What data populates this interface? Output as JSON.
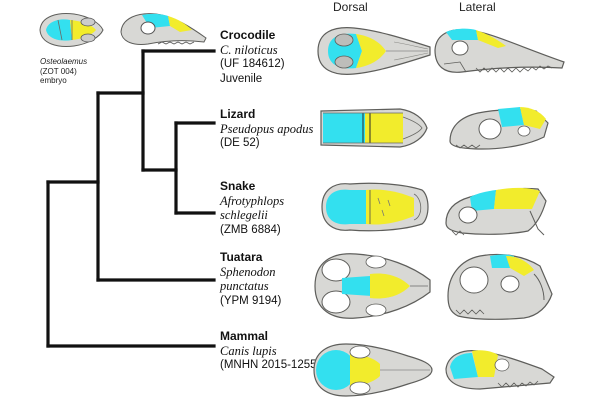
{
  "headers": {
    "dorsal": "Dorsal",
    "lateral": "Lateral"
  },
  "embryo": {
    "species": "Osteolaemus",
    "id": "(ZOT 004)",
    "stage": "embryo"
  },
  "taxa": [
    {
      "group": "Crocodile",
      "species": "C. niloticus",
      "specimen": "(UF 184612)",
      "note": "Juvenile"
    },
    {
      "group": "Lizard",
      "species": "Pseudopus apodus",
      "specimen": "(DE 52)"
    },
    {
      "group": "Snake",
      "species": "Afrotyphlops",
      "species2": "schlegelii",
      "specimen": "(ZMB 6884)"
    },
    {
      "group": "Tuatara",
      "species": "Sphenodon",
      "species2": "punctatus",
      "specimen": "(YPM 9194)"
    },
    {
      "group": "Mammal",
      "species": "Canis lupis",
      "specimen": "(MNHN 2015-1255)"
    }
  ],
  "colors": {
    "frontal_region": "#33e0ef",
    "parietal_region": "#f2ec2c",
    "bone": "#d8d8d5",
    "bone_edge": "#6f6f6c",
    "tree": "#111111"
  }
}
